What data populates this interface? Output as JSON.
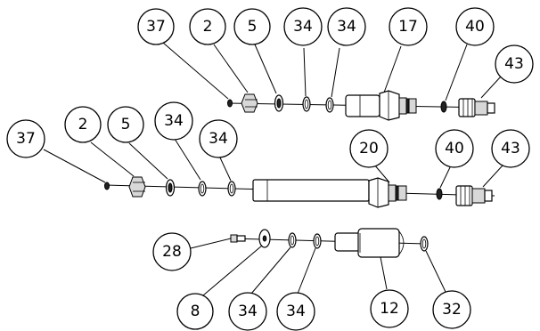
{
  "balloons": [
    {
      "id": "b-37-top",
      "label": "37"
    },
    {
      "id": "b-2-top",
      "label": "2"
    },
    {
      "id": "b-5-top",
      "label": "5"
    },
    {
      "id": "b-34a-top",
      "label": "34"
    },
    {
      "id": "b-34b-top",
      "label": "34"
    },
    {
      "id": "b-17",
      "label": "17"
    },
    {
      "id": "b-40-top",
      "label": "40"
    },
    {
      "id": "b-43-top",
      "label": "43"
    },
    {
      "id": "b-37-mid",
      "label": "37"
    },
    {
      "id": "b-2-mid",
      "label": "2"
    },
    {
      "id": "b-5-mid",
      "label": "5"
    },
    {
      "id": "b-34a-mid",
      "label": "34"
    },
    {
      "id": "b-34b-mid",
      "label": "34"
    },
    {
      "id": "b-20",
      "label": "20"
    },
    {
      "id": "b-40-mid",
      "label": "40"
    },
    {
      "id": "b-43-mid",
      "label": "43"
    },
    {
      "id": "b-28",
      "label": "28"
    },
    {
      "id": "b-8",
      "label": "8"
    },
    {
      "id": "b-34a-bot",
      "label": "34"
    },
    {
      "id": "b-34b-bot",
      "label": "34"
    },
    {
      "id": "b-12",
      "label": "12"
    },
    {
      "id": "b-32",
      "label": "32"
    }
  ]
}
